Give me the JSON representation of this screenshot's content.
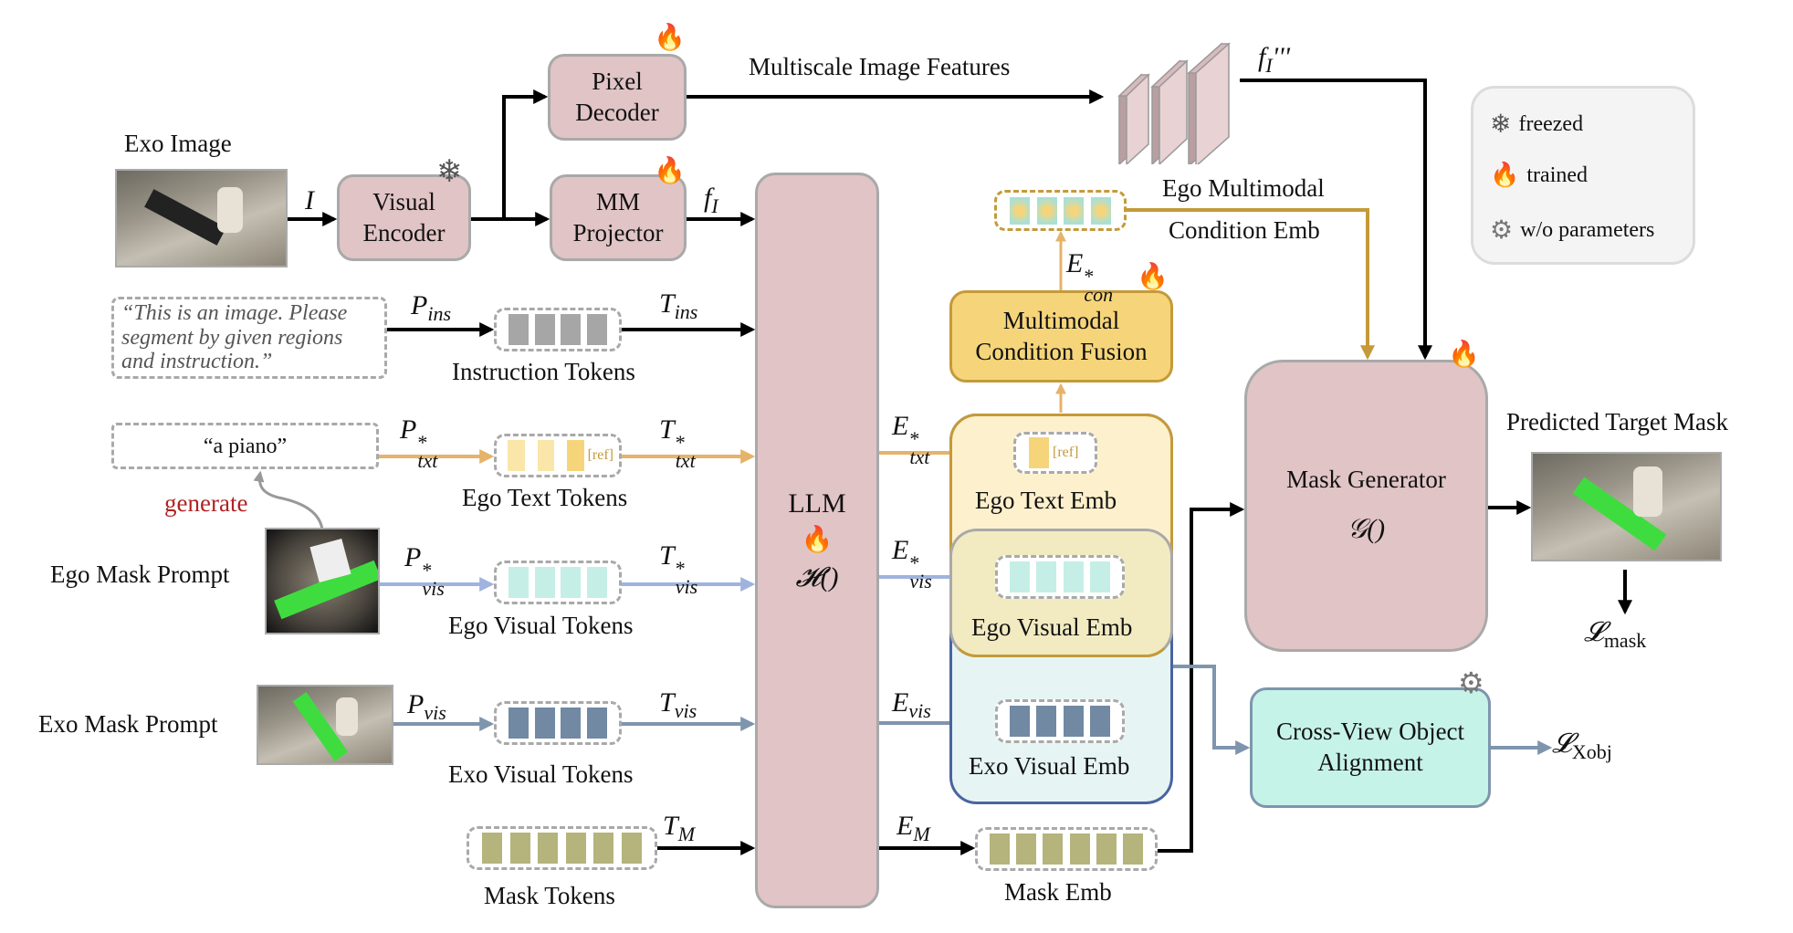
{
  "inputs": {
    "exo_image_label": "Exo Image",
    "ego_mask_prompt_label": "Ego Mask Prompt",
    "exo_mask_prompt_label": "Exo Mask Prompt",
    "instruction_text": "“This is an image. Please segment by given regions and instruction.”",
    "ego_text": "“a piano”",
    "generate_label": "generate"
  },
  "modules": {
    "visual_encoder": "Visual Encoder",
    "pixel_decoder": "Pixel Decoder",
    "mm_projector": "MM Projector",
    "llm": "LLM",
    "llm_fn": "𝓗()",
    "mcf": "Multimodal Condition Fusion",
    "mask_generator": "Mask Generator",
    "mask_generator_fn": "𝒢()",
    "cross_view": "Cross-View Object Alignment"
  },
  "tokens": {
    "instruction": "Instruction  Tokens",
    "ego_text": "Ego Text Tokens",
    "ego_visual": "Ego Visual Tokens",
    "exo_visual": "Exo Visual Tokens",
    "mask": "Mask Tokens",
    "ref": "[ref]"
  },
  "embeddings": {
    "ego_text": "Ego Text Emb",
    "ego_visual": "Ego Visual Emb",
    "exo_visual": "Exo Visual Emb",
    "mask": "Mask Emb",
    "ego_cond_line1": "Ego Multimodal",
    "ego_cond_line2": "Condition Emb"
  },
  "symbols": {
    "I": "I",
    "f_I": "f",
    "f_I_sub": "I",
    "f_I_triple": "'''",
    "P": "P",
    "T": "T",
    "E": "E",
    "ins": "ins",
    "txt": "txt",
    "vis": "vis",
    "M": "M",
    "con": "con",
    "star": "*",
    "L": "𝓛",
    "mask_loss_sub": "mask",
    "xobj_loss_sub": "Xobj"
  },
  "labels": {
    "multiscale": "Multiscale Image Features",
    "predicted": "Predicted Target Mask"
  },
  "legend": {
    "freezed": "freezed",
    "trained": "trained",
    "wo_params": "w/o parameters"
  },
  "colors": {
    "module_pink": "#e1c4c6",
    "instruction_token": "#a6a6a6",
    "ego_text_token": "#f9e6a8",
    "ego_text_ref_token": "#f6d57a",
    "ego_visual_token": "#c5efe6",
    "exo_visual_token": "#7189a3",
    "mask_token": "#b4b47c",
    "text_arrow": "#e5b36a",
    "ego_vis_arrow": "#9fb3de",
    "exo_vis_arrow": "#7f95ad",
    "fusion_yellow": "#f6d57a",
    "ego_text_emb_bg": "#fdf0cc",
    "ego_visual_emb_bg": "#f2ebc2",
    "exo_visual_emb_bg": "#e6f5f3",
    "cross_view_bg": "#c6f3e7",
    "generate_red": "#b22222"
  }
}
